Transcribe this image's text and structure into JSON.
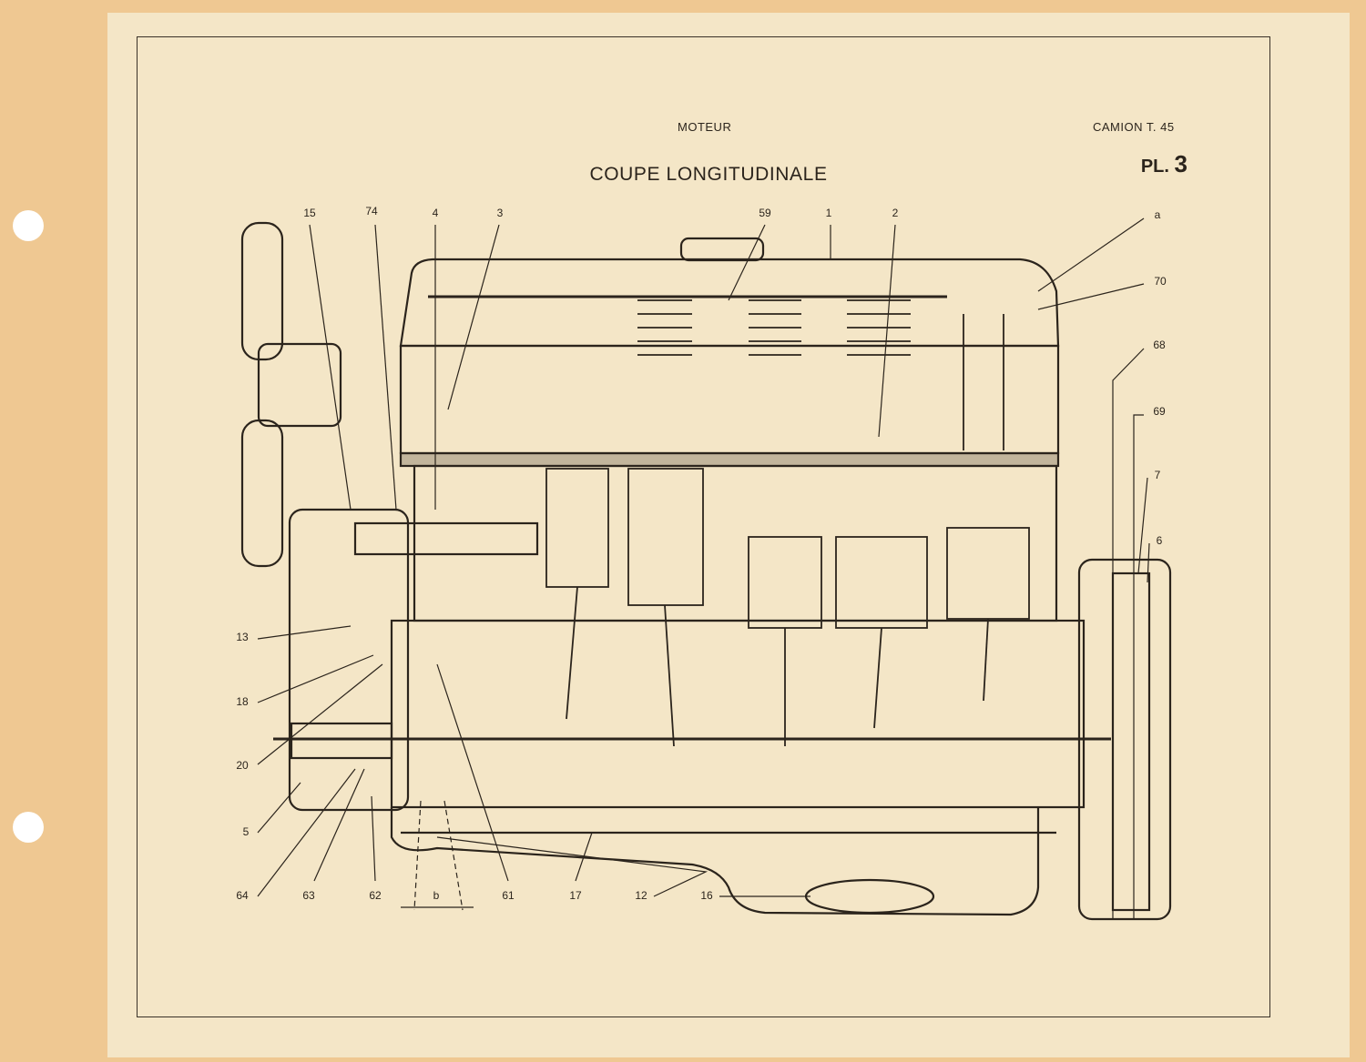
{
  "header": {
    "section": "MOTEUR",
    "vehicle": "CAMION T. 45",
    "title": "COUPE LONGITUDINALE",
    "plate_prefix": "PL.",
    "plate_number": "3"
  },
  "callouts": [
    {
      "id": "c15",
      "text": "15"
    },
    {
      "id": "c74",
      "text": "74"
    },
    {
      "id": "c4",
      "text": "4"
    },
    {
      "id": "c3",
      "text": "3"
    },
    {
      "id": "c59",
      "text": "59"
    },
    {
      "id": "c1",
      "text": "1"
    },
    {
      "id": "c2",
      "text": "2"
    },
    {
      "id": "ca",
      "text": "a"
    },
    {
      "id": "c70",
      "text": "70"
    },
    {
      "id": "c68",
      "text": "68"
    },
    {
      "id": "c69",
      "text": "69"
    },
    {
      "id": "c7",
      "text": "7"
    },
    {
      "id": "c6",
      "text": "6"
    },
    {
      "id": "c13",
      "text": "13"
    },
    {
      "id": "c18",
      "text": "18"
    },
    {
      "id": "c20",
      "text": "20"
    },
    {
      "id": "c5",
      "text": "5"
    },
    {
      "id": "c64",
      "text": "64"
    },
    {
      "id": "c63",
      "text": "63"
    },
    {
      "id": "c62",
      "text": "62"
    },
    {
      "id": "cb",
      "text": "b"
    },
    {
      "id": "c61",
      "text": "61"
    },
    {
      "id": "c17",
      "text": "17"
    },
    {
      "id": "c12",
      "text": "12"
    },
    {
      "id": "c16",
      "text": "16"
    }
  ],
  "colors": {
    "ink": "#2b241c",
    "paper": "#f4e6c7",
    "board": "#efc892"
  }
}
